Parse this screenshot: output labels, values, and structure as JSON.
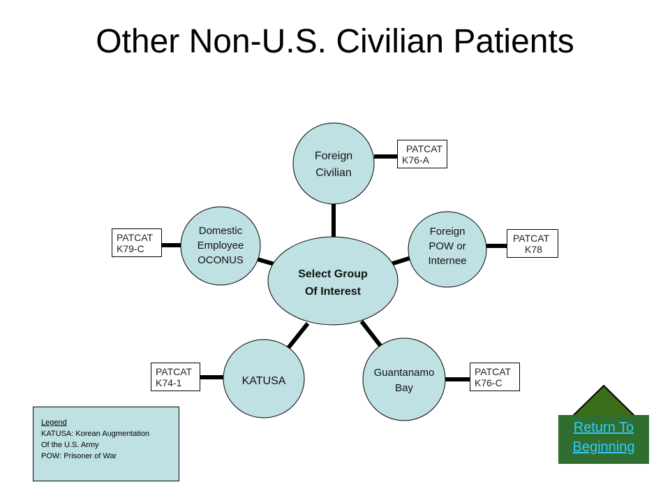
{
  "title": "Other Non-U.S. Civilian Patients",
  "colors": {
    "node_fill": "#bfe1e3",
    "connector": "#000000",
    "return_bg": "#2f6e2f",
    "return_arrow": "#3b6e1a",
    "link": "#33ccff"
  },
  "center": {
    "line1": "Select Group",
    "line2": "Of Interest"
  },
  "nodes": [
    {
      "id": "foreign-civilian",
      "lines": [
        "Foreign",
        "Civilian"
      ],
      "patcat": [
        "PATCAT",
        "K76-A"
      ]
    },
    {
      "id": "foreign-pow",
      "lines": [
        "Foreign",
        "POW or",
        "Internee"
      ],
      "patcat": [
        "PATCAT",
        "K78"
      ]
    },
    {
      "id": "guantanamo",
      "lines": [
        "Guantanamo",
        "Bay"
      ],
      "patcat": [
        "PATCAT",
        "K76-C"
      ]
    },
    {
      "id": "katusa",
      "lines": [
        "KATUSA"
      ],
      "patcat": [
        "PATCAT",
        "K74-1"
      ]
    },
    {
      "id": "domestic-employee",
      "lines": [
        "Domestic",
        "Employee",
        "OCONUS"
      ],
      "patcat": [
        "PATCAT",
        "K79-C"
      ]
    }
  ],
  "legend": {
    "title": "Legend",
    "lines": [
      "KATUSA: Korean Augmentation",
      "Of the U.S. Army",
      "POW: Prisoner of War"
    ]
  },
  "return_button": {
    "line1": "Return To",
    "line2": "Beginning"
  }
}
